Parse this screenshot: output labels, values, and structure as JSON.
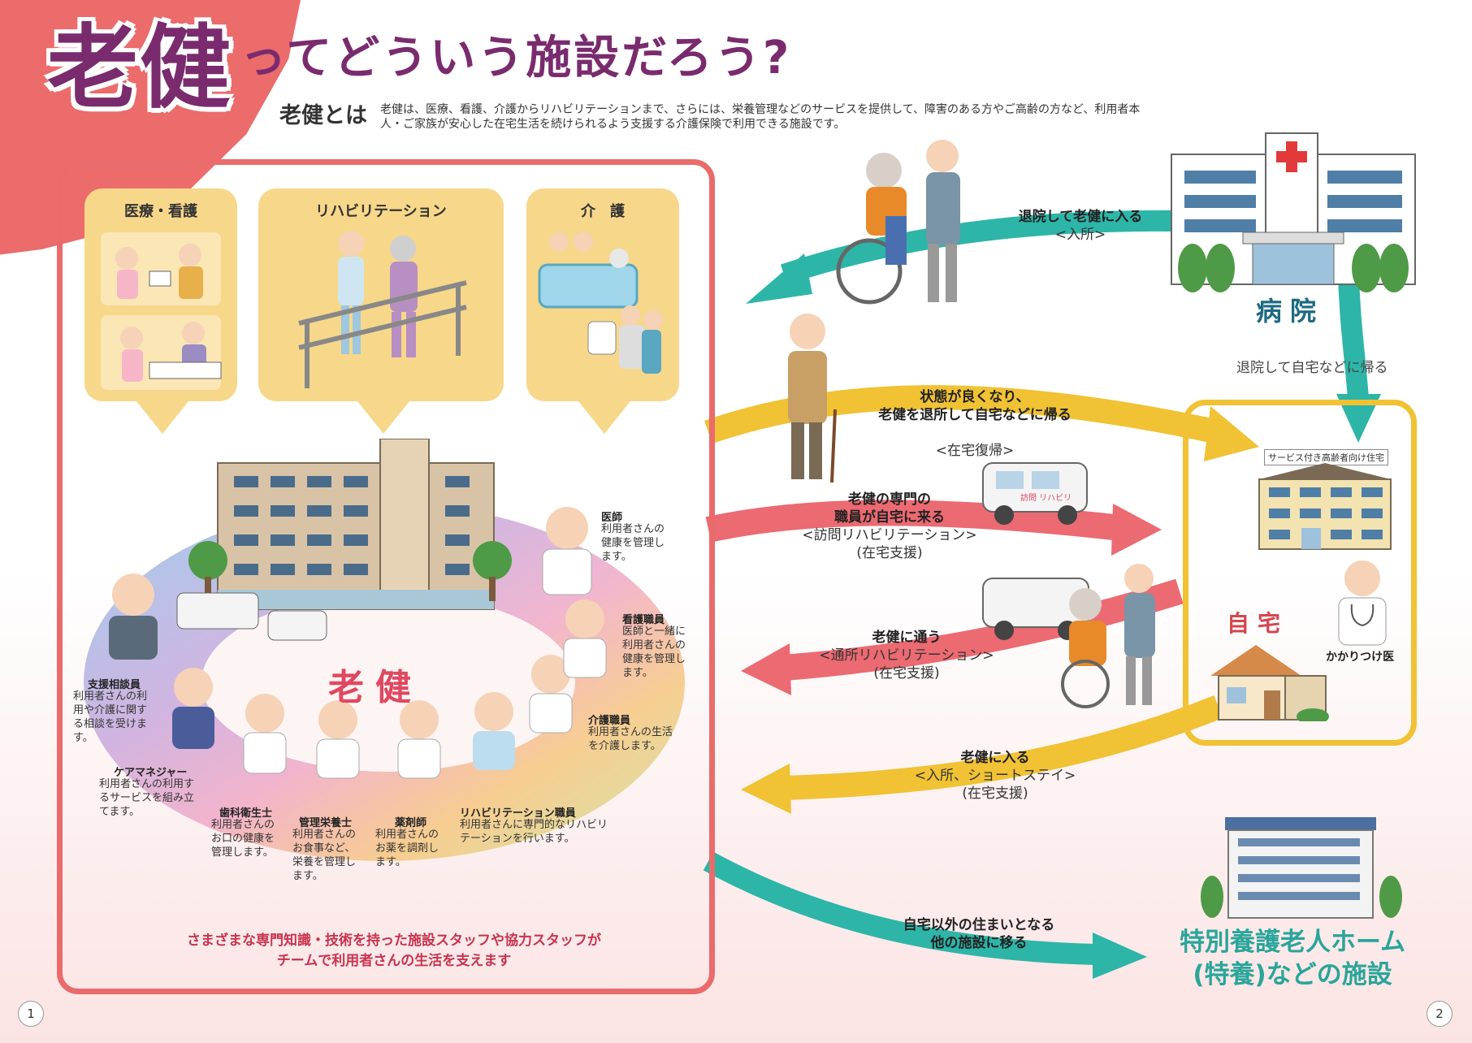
{
  "title": {
    "main": "老健",
    "sub": "ってどういう施設だろう?"
  },
  "intro": {
    "heading": "老健とは",
    "body": "老健は、医療、看護、介護からリハビリテーションまで、さらには、栄養管理などのサービスを提供して、障害のある方やご高齢の方など、利用者本人・ご家族が安心した在宅生活を続けられるよう支援する介護保険で利用できる施設です。"
  },
  "cards": [
    "医療・看護",
    "リハビリテーション",
    "介　護"
  ],
  "ring_label": "老健",
  "staff": [
    {
      "name": "医師",
      "desc": "利用者さんの\n健康を管理し\nます。"
    },
    {
      "name": "看護職員",
      "desc": "医師と一緒に\n利用者さんの\n健康を管理し\nます。"
    },
    {
      "name": "介護職員",
      "desc": "利用者さんの生活\nを介護します。"
    },
    {
      "name": "リハビリテーション職員",
      "desc": "利用者さんに専門的なリハビリ\nテーションを行います。"
    },
    {
      "name": "薬剤師",
      "desc": "利用者さんの\nお薬を調剤し\nます。"
    },
    {
      "name": "管理栄養士",
      "desc": "利用者さんの\nお食事など、\n栄養を管理し\nます。"
    },
    {
      "name": "歯科衛生士",
      "desc": "利用者さんの\nお口の健康を\n管理します。"
    },
    {
      "name": "ケアマネジャー",
      "desc": "利用者さんの利用す\nるサービスを組み立\nてます。"
    },
    {
      "name": "支援相談員",
      "desc": "利用者さんの利\n用や介護に関す\nる相談を受けま\nす。"
    }
  ],
  "bottom_note": "さまざまな専門知識・技術を持った施設スタッフや協力スタッフが\nチームで利用者さんの生活を支えます",
  "flows": {
    "hospital_in": {
      "bold": "退院して老健に入る",
      "sub": "<入所>"
    },
    "hospital_home": "退院して自宅などに帰る",
    "return_home": {
      "bold": "状態が良くなり、\n老健を退所して自宅などに帰る",
      "sub": "<在宅復帰>"
    },
    "visit": {
      "bold": "老健の専門の\n職員が自宅に来る",
      "sub": "<訪問リハビリテーション>\n(在宅支援)"
    },
    "commute": {
      "bold": "老健に通う",
      "sub": "<通所リハビリテーション>\n(在宅支援)"
    },
    "short_stay": {
      "bold": "老健に入る",
      "sub": "<入所、ショートステイ>\n(在宅支援)"
    },
    "other": {
      "bold": "自宅以外の住まいとなる\n他の施設に移る"
    }
  },
  "hospital_label": "病院",
  "home_label": "自宅",
  "sakou_sign": "サービス付き高齢者向け住宅",
  "family_doctor": "かかりつけ医",
  "tokuyo": "特別養護老人ホーム\n(特養)などの施設",
  "van_text": "訪問 リハビリ",
  "page_numbers": [
    "1",
    "2"
  ],
  "colors": {
    "accent_red": "#ea6b6b",
    "title_purple": "#7a2b6e",
    "teal": "#2db5a8",
    "yellow": "#f0c234",
    "card_yellow": "#f7d78a"
  }
}
